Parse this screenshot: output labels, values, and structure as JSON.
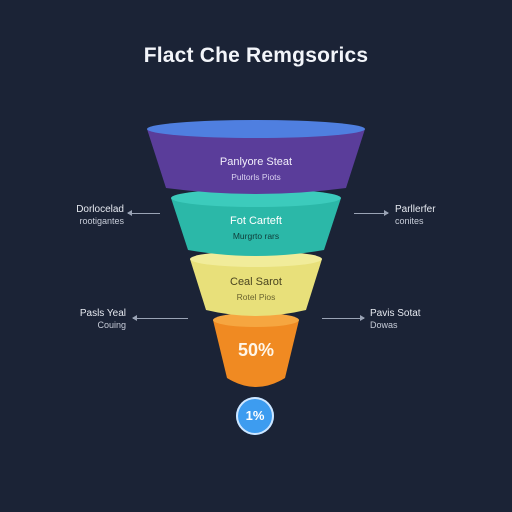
{
  "title": "Flact Che Remgsorics",
  "colors": {
    "background": "#1b2336",
    "stage1": "#5a3d9a",
    "stage1_rim": "#4f7fe0",
    "stage2": "#2bb8a8",
    "stage3": "#e8e07a",
    "stage4": "#f08a22",
    "badge": "#3d9cf0"
  },
  "stages": [
    {
      "title": "Panlyore Steat",
      "subtitle": "Pultorls Piots"
    },
    {
      "title": "Fot Carteft",
      "subtitle": "Murgrto rars"
    },
    {
      "title": "Ceal Sarot",
      "subtitle": "Rotel Pios"
    },
    {
      "value": "50%"
    }
  ],
  "side_labels": {
    "left_top": {
      "line1": "Dorlocelad",
      "line2": "rootigantes"
    },
    "right_top": {
      "line1": "Parllerfer",
      "line2": "conites"
    },
    "left_bottom": {
      "line1": "Pasls Yeal",
      "line2": "Couing"
    },
    "right_bottom": {
      "line1": "Pavis Sotat",
      "line2": "Dowas"
    }
  },
  "badge": {
    "label": "1%"
  }
}
